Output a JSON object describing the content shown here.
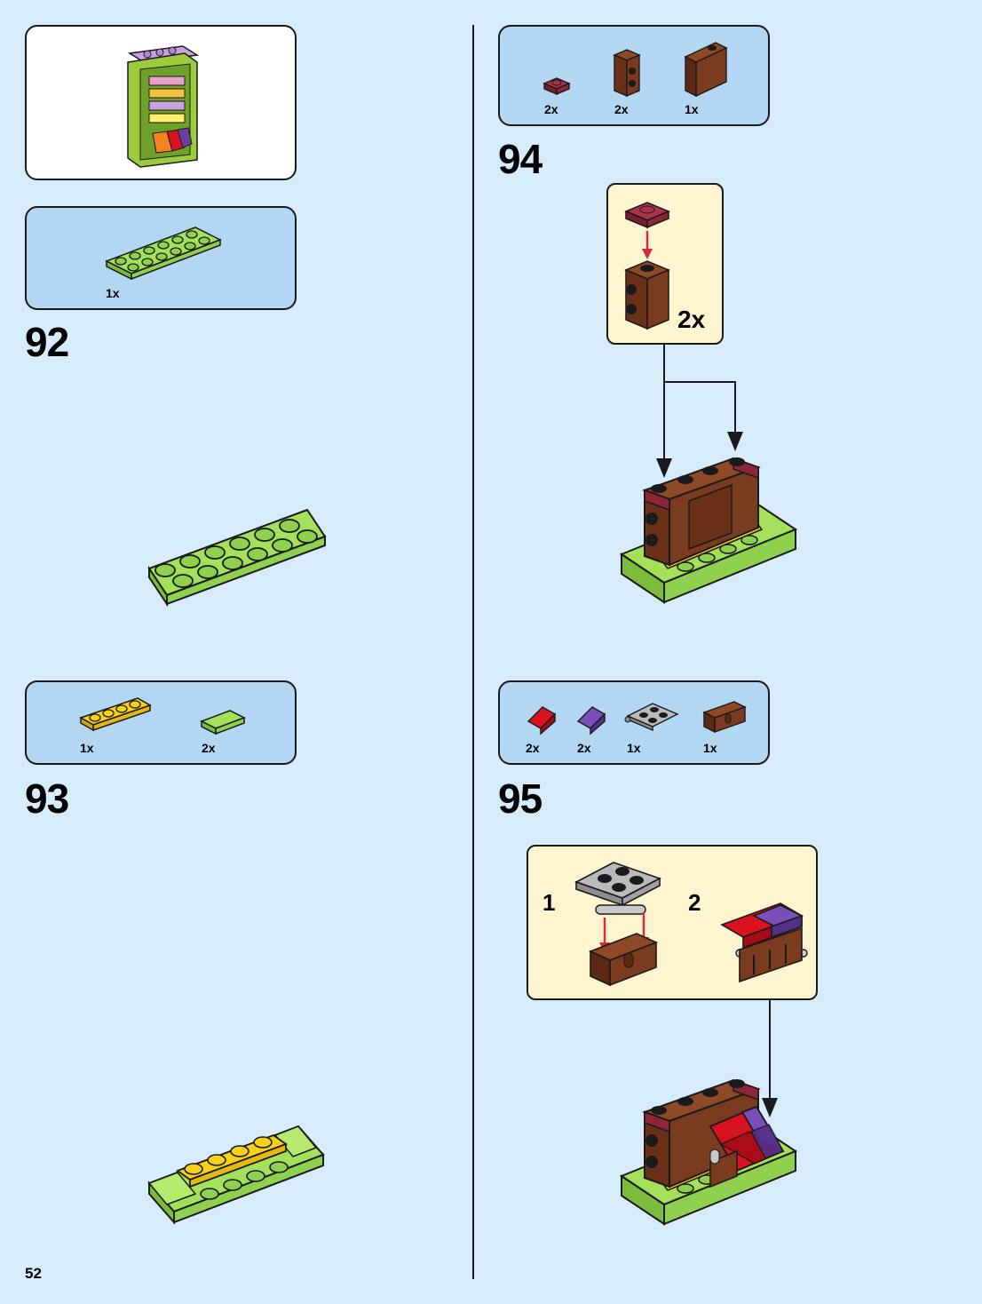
{
  "page_number": "52",
  "colors": {
    "background": "#d6ecfa",
    "parts_panel": "#b3d7f2",
    "sub_panel": "#fdf5cf",
    "lime": "#8fd14f",
    "yellow": "#f7d117",
    "brown": "#7a3b1f",
    "dark_red": "#8e2638",
    "red": "#d8121f",
    "purple": "#6a3fa0",
    "grey": "#a8a9ad",
    "arrow_red": "#d52b3a"
  },
  "left_column": {
    "step92": {
      "number": "92",
      "parts": [
        {
          "part": "lime-plate-2x6",
          "qty": "1x"
        }
      ]
    },
    "step93": {
      "number": "93",
      "parts": [
        {
          "part": "yellow-plate-1x4",
          "qty": "1x"
        },
        {
          "part": "lime-tile-1x2",
          "qty": "2x"
        }
      ]
    }
  },
  "right_column": {
    "step94": {
      "number": "94",
      "parts": [
        {
          "part": "dark-red-plate-1x1",
          "qty": "2x"
        },
        {
          "part": "brown-brick-1x1-studs-on-side",
          "qty": "2x"
        },
        {
          "part": "brown-panel-1x2x2",
          "qty": "1x"
        }
      ],
      "subassembly_multiplier": "2x"
    },
    "step95": {
      "number": "95",
      "parts": [
        {
          "part": "red-slope-1x1",
          "qty": "2x"
        },
        {
          "part": "purple-slope-1x1",
          "qty": "2x"
        },
        {
          "part": "grey-hinge-plate-2x2",
          "qty": "1x"
        },
        {
          "part": "brown-hinge-brick-1x2",
          "qty": "1x"
        }
      ],
      "substep_labels": [
        "1",
        "2"
      ]
    }
  }
}
